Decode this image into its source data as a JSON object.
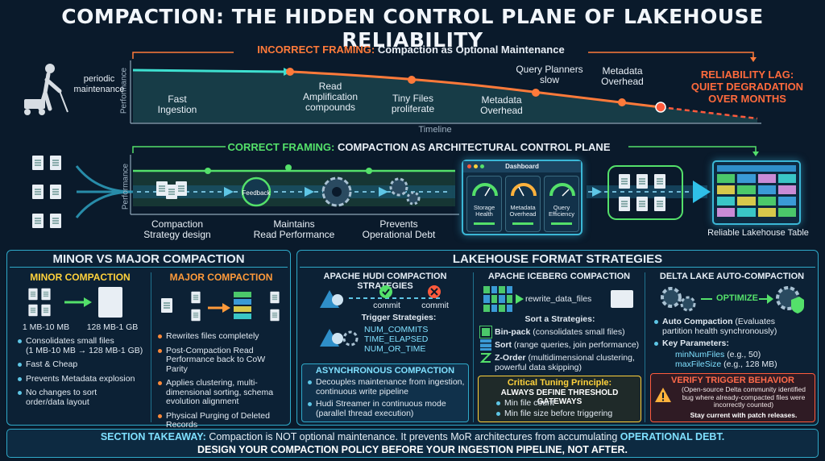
{
  "title": "COMPACTION: THE HIDDEN CONTROL PLANE OF LAKEHOUSE RELIABILITY",
  "top": {
    "incorrect_label": "INCORRECT FRAMING:",
    "incorrect_text": "Compaction as Optional Maintenance",
    "periodic": "periodic\nmaintenance",
    "axis_perf": "Performance",
    "axis_time": "Timeline",
    "fast_ingestion": "Fast\nIngestion",
    "read_amp": "Read\nAmplification\ncompounds",
    "tiny_files": "Tiny Files\nproliferate",
    "metadata_overhead_low": "Metadata\nOverhead",
    "query_planners": "Query Planners\nslow",
    "metadata_overhead_high": "Metadata\nOverhead",
    "lag": "RELIABILITY LAG:\nQUIET DEGRADATION\nOVER MONTHS"
  },
  "mid": {
    "correct_label": "CORRECT FRAMING:",
    "correct_text": "COMPACTION AS ARCHITECTURAL CONTROL PLANE",
    "axis_perf": "Performance",
    "feedback": "Feedback",
    "strategy": "Compaction\nStrategy design",
    "maintains": "Maintains\nRead Performance",
    "prevents": "Prevents\nOperational Debt",
    "dashboard": "Dashboard",
    "gauge1": "Storage\nHealth",
    "gauge2": "Metadata\nOverhead",
    "gauge3": "Query\nEfficiency",
    "table": "Reliable Lakehouse Table"
  },
  "minor_major": {
    "header": "MINOR VS MAJOR COMPACTION",
    "minor_title": "MINOR COMPACTION",
    "minor_from": "1 MB-10 MB",
    "minor_to": "128 MB-1 GB",
    "minor_bullets": [
      "Consolidates small files\n(1 MB-10 MB → 128 MB-1 GB)",
      "Fast & Cheap",
      "Prevents Metadata explosion",
      "No changes to sort\norder/data layout"
    ],
    "major_title": "MAJOR COMPACTION",
    "major_bullets": [
      "Rewrites files completely",
      "Post-Compaction Read\nPerformance back to CoW Parity",
      "Applies clustering, multi-\ndimensional sorting, schema\nevolution alignment",
      "Physical Purging of Deleted\nRecords"
    ]
  },
  "formats": {
    "header": "LAKEHOUSE FORMAT STRATEGIES",
    "hudi": {
      "title": "APACHE HUDI COMPACTION STRATEGIES",
      "commit_ok": "commit",
      "commit_fail": "commit",
      "trigger_title": "Trigger Strategies:",
      "triggers": [
        "NUM_COMMITS",
        "TIME_ELAPSED",
        "NUM_OR_TIME"
      ],
      "async_title": "ASYNCHRONOUS COMPACTION",
      "async_bullets": [
        "Decouples maintenance from ingestion,\ncontinuous write pipeline",
        "Hudi Streamer in continuous mode\n(parallel thread execution)"
      ]
    },
    "iceberg": {
      "title": "APACHE ICEBERG COMPACTION",
      "rewrite": "rewrite_data_files",
      "sort_title": "Sort a Strategies:",
      "binpack_b": "Bin-pack",
      "binpack": "(consolidates small files)",
      "sort_b": "Sort",
      "sort": "(range queries, join performance)",
      "zorder_b": "Z-Order",
      "zorder": "(multidimensional clustering,\npowerful data skipping)",
      "tuning_title": "Critical Tuning Principle:",
      "tuning_sub": "ALWAYS DEFINE THRESHOLD GATEWAYS",
      "tuning_bullets": [
        "Min file count",
        "Min file size before triggering"
      ]
    },
    "delta": {
      "title": "DELTA LAKE AUTO-COMPACTION",
      "optimize": "OPTIMIZE",
      "auto_b": "Auto Compaction",
      "auto": "(Evaluates\npartition health synchronously)",
      "key_title": "Key Parameters:",
      "p1": "minNumFiles",
      "p1v": "(e.g., 50)",
      "p2": "maxFileSize",
      "p2v": "(e.g., 128 MB)",
      "verify_title": "VERIFY TRIGGER BEHAVIOR",
      "verify_text": "(Open-source Delta community identified\nbug where already-compacted files were\nincorrectly counted)",
      "verify_tail": "Stay current with patch releases."
    }
  },
  "takeaway": {
    "lead": "SECTION TAKEAWAY:",
    "text1": "Compaction is NOT optional maintenance. It prevents MoR architectures from accumulating",
    "text1b": "OPERATIONAL DEBT.",
    "line2": "DESIGN YOUR COMPACTION POLICY BEFORE YOUR INGESTION PIPELINE, NOT AFTER."
  },
  "colors": {
    "accent": "#2fa9c9",
    "green": "#54e06a",
    "orange": "#ff7a3a",
    "red": "#ff5a3c",
    "yellow": "#ffd23c"
  }
}
